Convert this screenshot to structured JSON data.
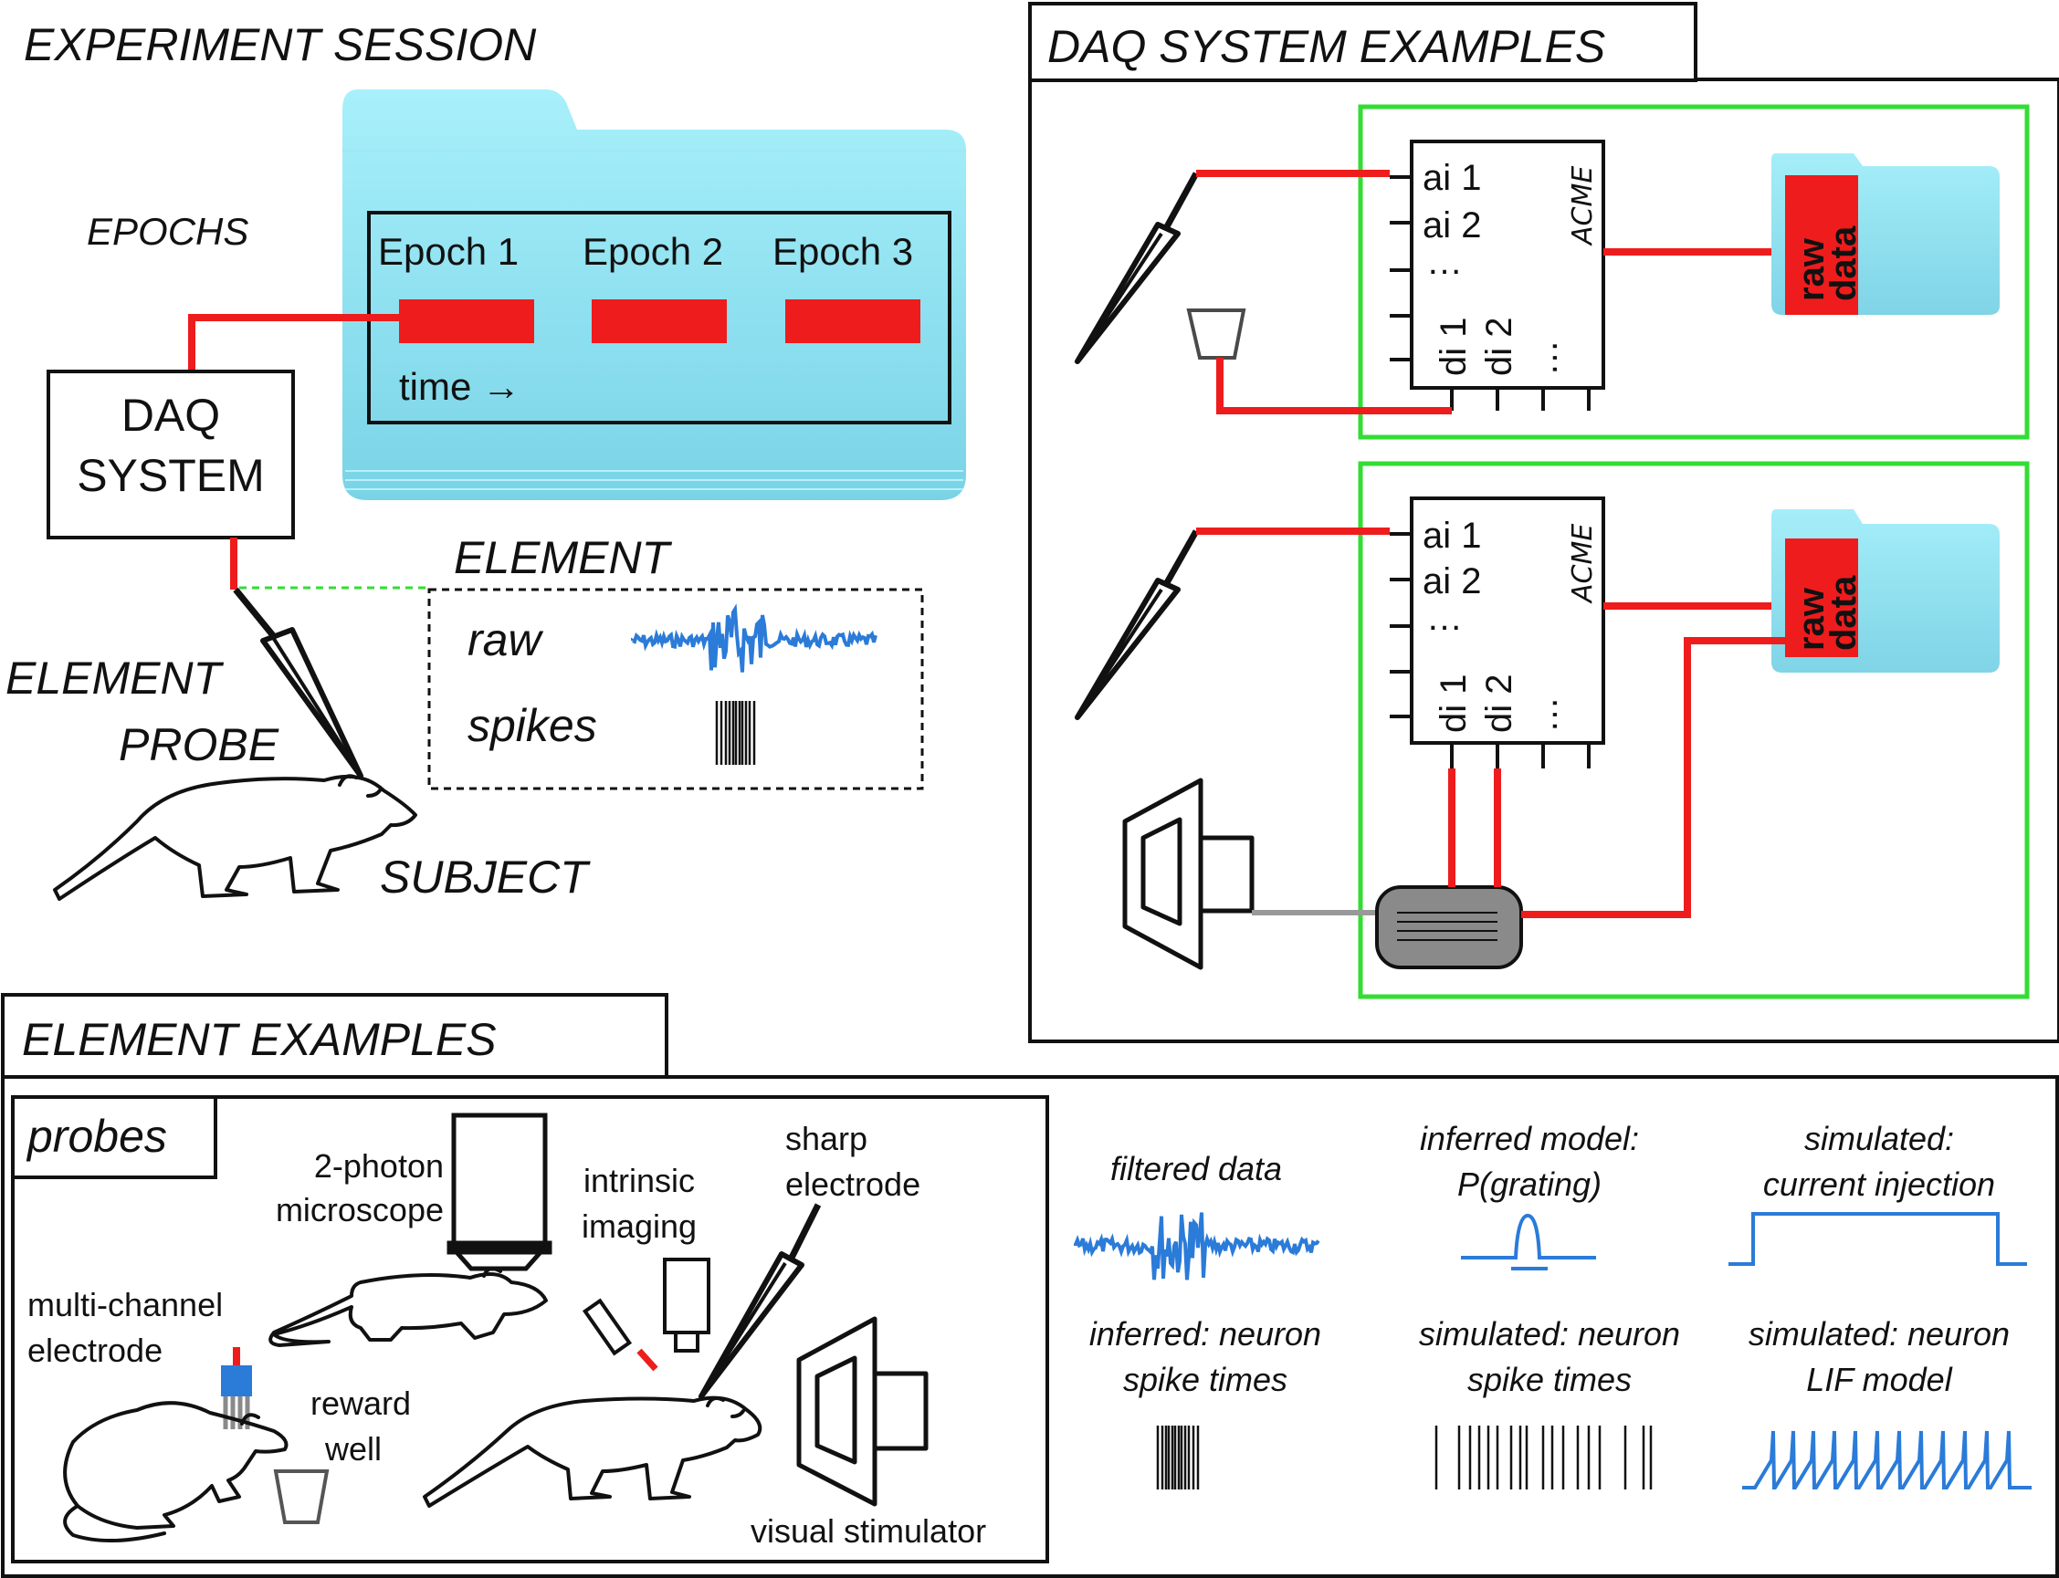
{
  "session": {
    "title": "EXPERIMENT SESSION",
    "epochs_label": "EPOCHS",
    "epochs": [
      "Epoch 1",
      "Epoch 2",
      "Epoch 3"
    ],
    "time_label": "time →",
    "daq_line1": "DAQ",
    "daq_line2": "SYSTEM",
    "element_title": "ELEMENT",
    "element_rows": [
      "raw",
      "spikes"
    ],
    "probe_line1": "ELEMENT",
    "probe_line2": "PROBE",
    "subject_label": "SUBJECT"
  },
  "daq_examples": {
    "title": "DAQ SYSTEM EXAMPLES",
    "brand": "ACME",
    "analog_inputs": [
      "ai 1",
      "ai 2",
      "…"
    ],
    "digital_inputs": [
      "di 1",
      "di 2",
      "…"
    ],
    "raw_data_line1": "raw",
    "raw_data_line2": "data"
  },
  "element_examples": {
    "title": "ELEMENT EXAMPLES",
    "probes_title": "probes",
    "probe_labels": {
      "two_photon_1": "2-photon",
      "two_photon_2": "microscope",
      "intrinsic_1": "intrinsic",
      "intrinsic_2": "imaging",
      "sharp_1": "sharp",
      "sharp_2": "electrode",
      "multi_1": "multi-channel",
      "multi_2": "electrode",
      "reward_1": "reward",
      "reward_2": "well",
      "visual": "visual stimulator"
    },
    "elements": [
      {
        "line1": "filtered data",
        "line2": ""
      },
      {
        "line1": "inferred model:",
        "line2": "P(grating)"
      },
      {
        "line1": "simulated:",
        "line2": "current injection"
      },
      {
        "line1": "inferred: neuron",
        "line2": "spike times"
      },
      {
        "line1": "simulated: neuron",
        "line2": "spike times"
      },
      {
        "line1": "simulated: neuron",
        "line2": "LIF model"
      }
    ]
  },
  "colors": {
    "signal_blue": "#2b7bd8",
    "wire_red": "#ee1c1c",
    "daq_green": "#33dd33",
    "folder_cyan": "#8fe3f0"
  }
}
